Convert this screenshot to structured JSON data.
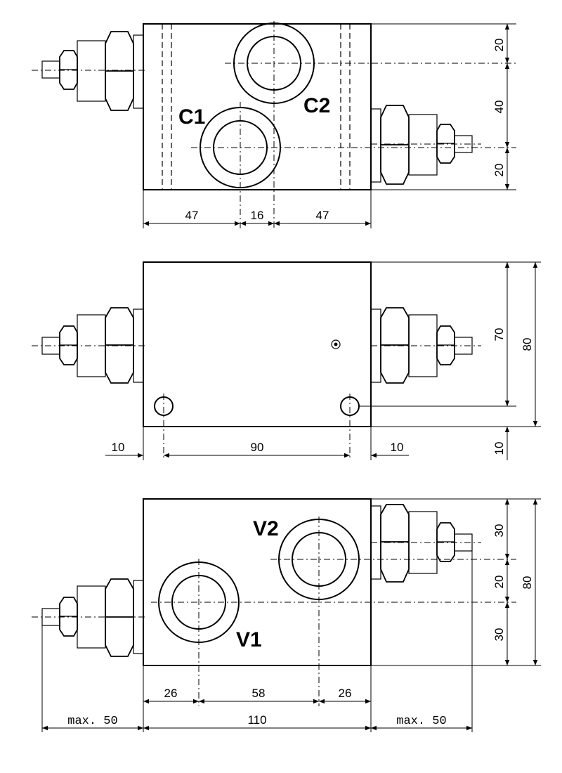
{
  "top_view": {
    "ports": {
      "c1": "C1",
      "c2": "C2"
    },
    "dims_h": [
      "47",
      "16",
      "47"
    ],
    "dims_v": [
      "20",
      "40",
      "20"
    ]
  },
  "middle_view": {
    "dims_h": [
      "10",
      "90",
      "10"
    ],
    "dims_v": [
      "70",
      "80",
      "10"
    ]
  },
  "bottom_view": {
    "ports": {
      "v1": "V1",
      "v2": "V2"
    },
    "dims_h": [
      "26",
      "58",
      "26"
    ],
    "dims_total": [
      "max. 50",
      "110",
      "max. 50"
    ],
    "dims_v": [
      "30",
      "20",
      "30",
      "80"
    ]
  }
}
